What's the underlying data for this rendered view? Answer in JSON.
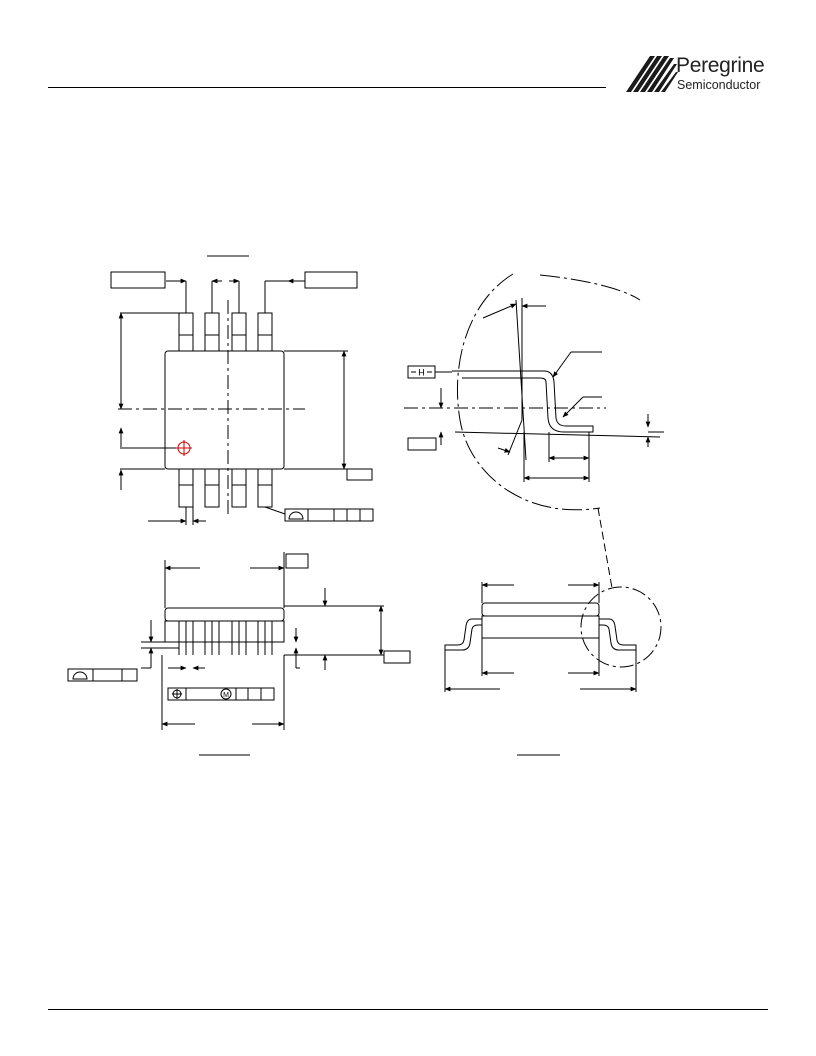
{
  "header": {
    "brand_name": "Peregrine",
    "brand_sub": "Semiconductor",
    "logo_icon": "peregrine-stripes-logo"
  },
  "drawing": {
    "datum_h_label": "H",
    "circle_m_label": "M"
  }
}
